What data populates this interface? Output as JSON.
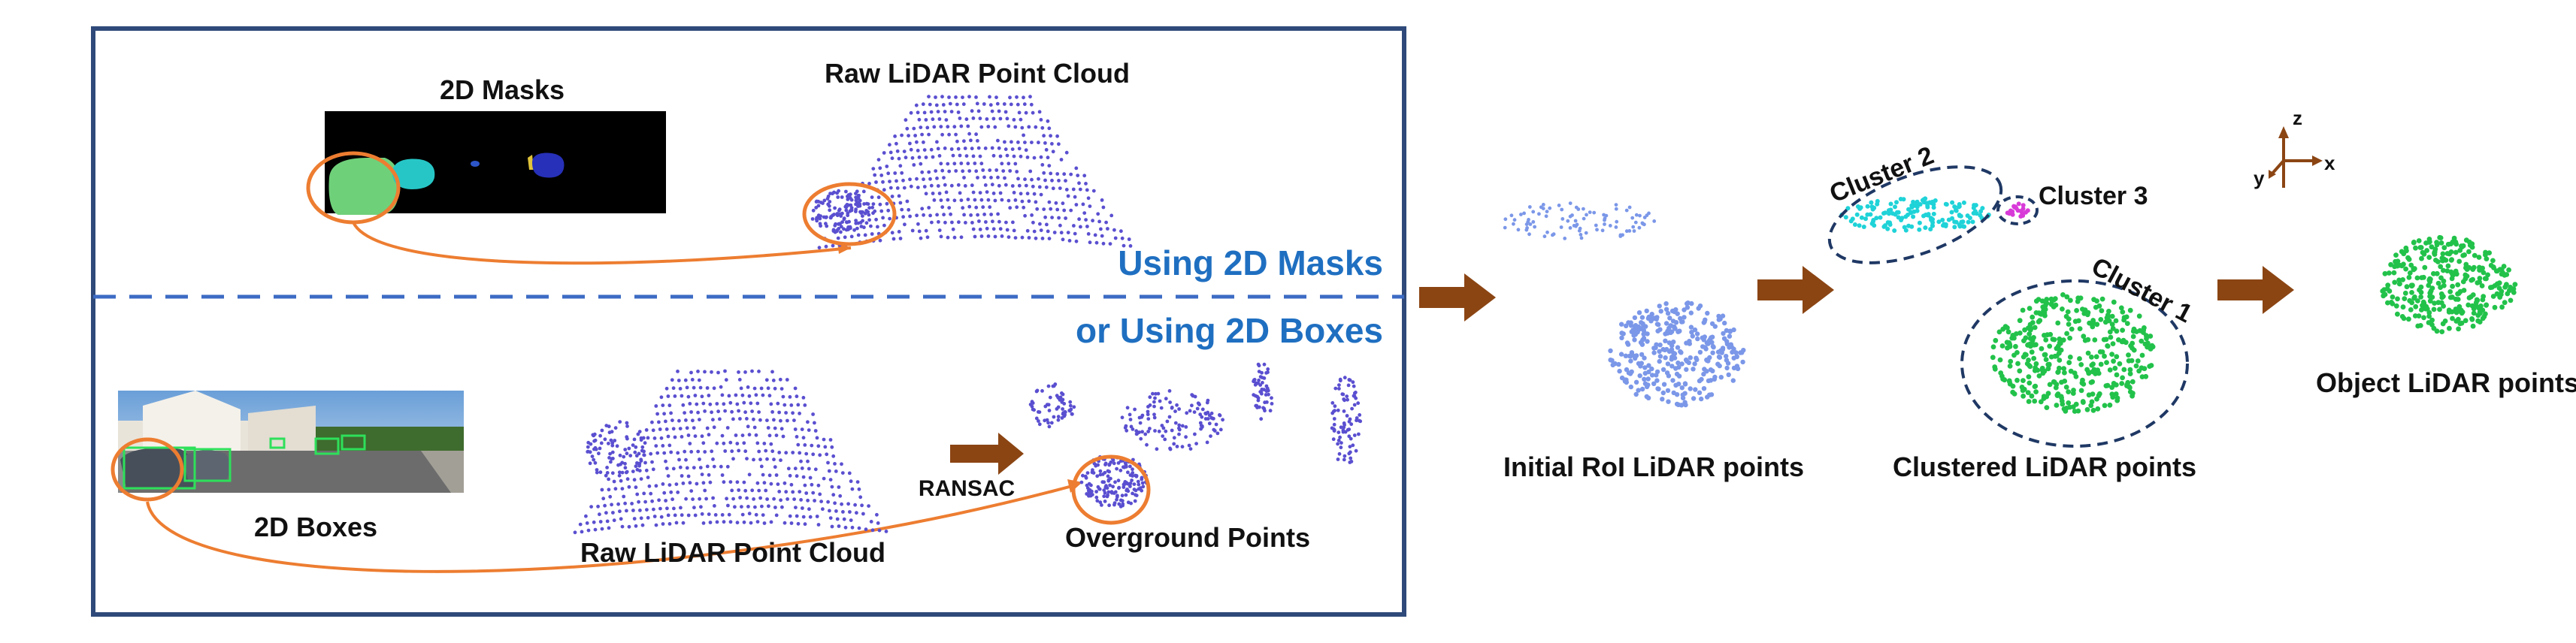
{
  "colors": {
    "frame": "#2f4a7a",
    "divider": "#3c6bc4",
    "method_text": "#1f6fc1",
    "arrow": "#8b4513",
    "orange": "#ed7d31",
    "lidar_purple": "#5a4fd0",
    "roi_blue": "#7b97e8",
    "cluster_green": "#22c24a",
    "cluster_cyan": "#1fd3d8",
    "cluster_magenta": "#d83ad8",
    "cluster_ellipse": "#1f3864",
    "axis": "#8b4513"
  },
  "labels": {
    "masks_title": "2D Masks",
    "raw_lidar_top": "Raw LiDAR Point Cloud",
    "using_masks": "Using 2D Masks",
    "using_boxes": "or Using 2D Boxes",
    "boxes_title": "2D Boxes",
    "raw_lidar_bottom": "Raw LiDAR Point Cloud",
    "ransac": "RANSAC",
    "overground": "Overground Points",
    "initial_roi": "Initial RoI LiDAR points",
    "clustered": "Clustered LiDAR points",
    "object": "Object LiDAR points",
    "cluster1": "Cluster 1",
    "cluster2": "Cluster 2",
    "cluster3": "Cluster 3",
    "axis_z": "z",
    "axis_y": "y",
    "axis_x": "x"
  }
}
